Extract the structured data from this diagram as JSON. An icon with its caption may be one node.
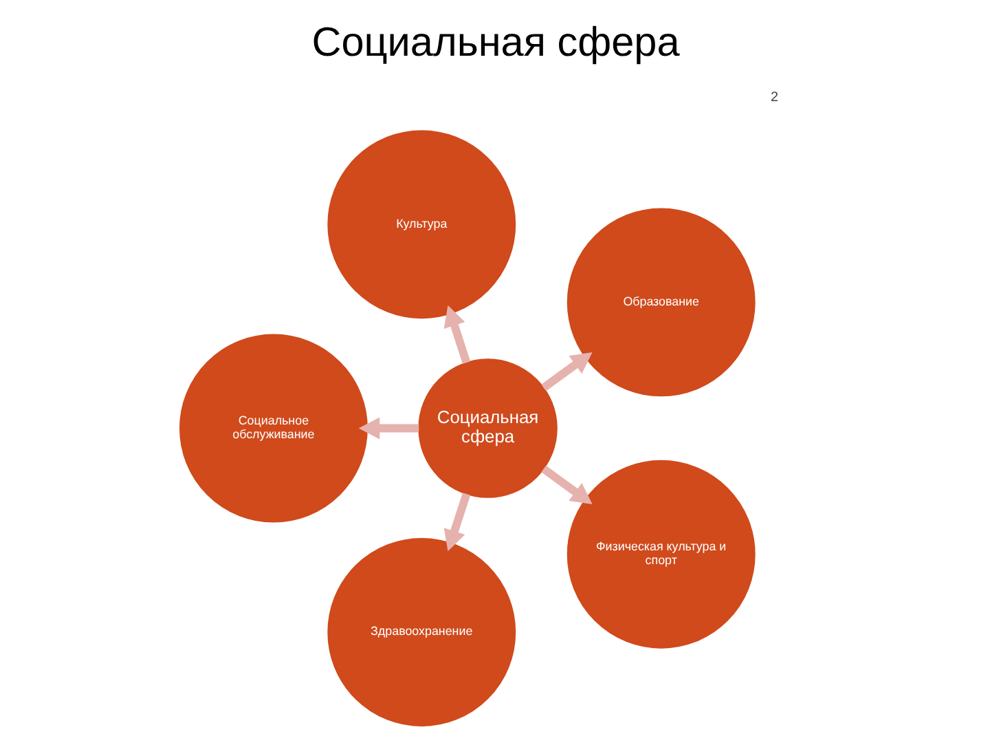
{
  "diagram": {
    "title": "Социальная сфера",
    "nodes": [
      {
        "text": [
          "Образование"
        ]
      },
      {
        "text": [
          "Культура"
        ]
      },
      {
        "text": [
          "Социальное обслуживание"
        ]
      },
      {
        "text": [
          "Социальная сфера"
        ]
      },
      {
        "text": [
          "Здравоохранение"
        ]
      },
      {
        "text": [
          "Физическая культура и спорт"
        ]
      }
    ],
    "edges": [
      {
        "from": 3,
        "to": 0,
        "arrow": "to"
      },
      {
        "from": 3,
        "to": 2,
        "arrow": "to"
      },
      {
        "from": 3,
        "to": 5,
        "arrow": "to"
      },
      {
        "from": 3,
        "to": 4,
        "arrow": "to"
      },
      {
        "from": 3,
        "to": 1,
        "arrow": "to"
      }
    ],
    "labels": [
      "2"
    ]
  }
}
